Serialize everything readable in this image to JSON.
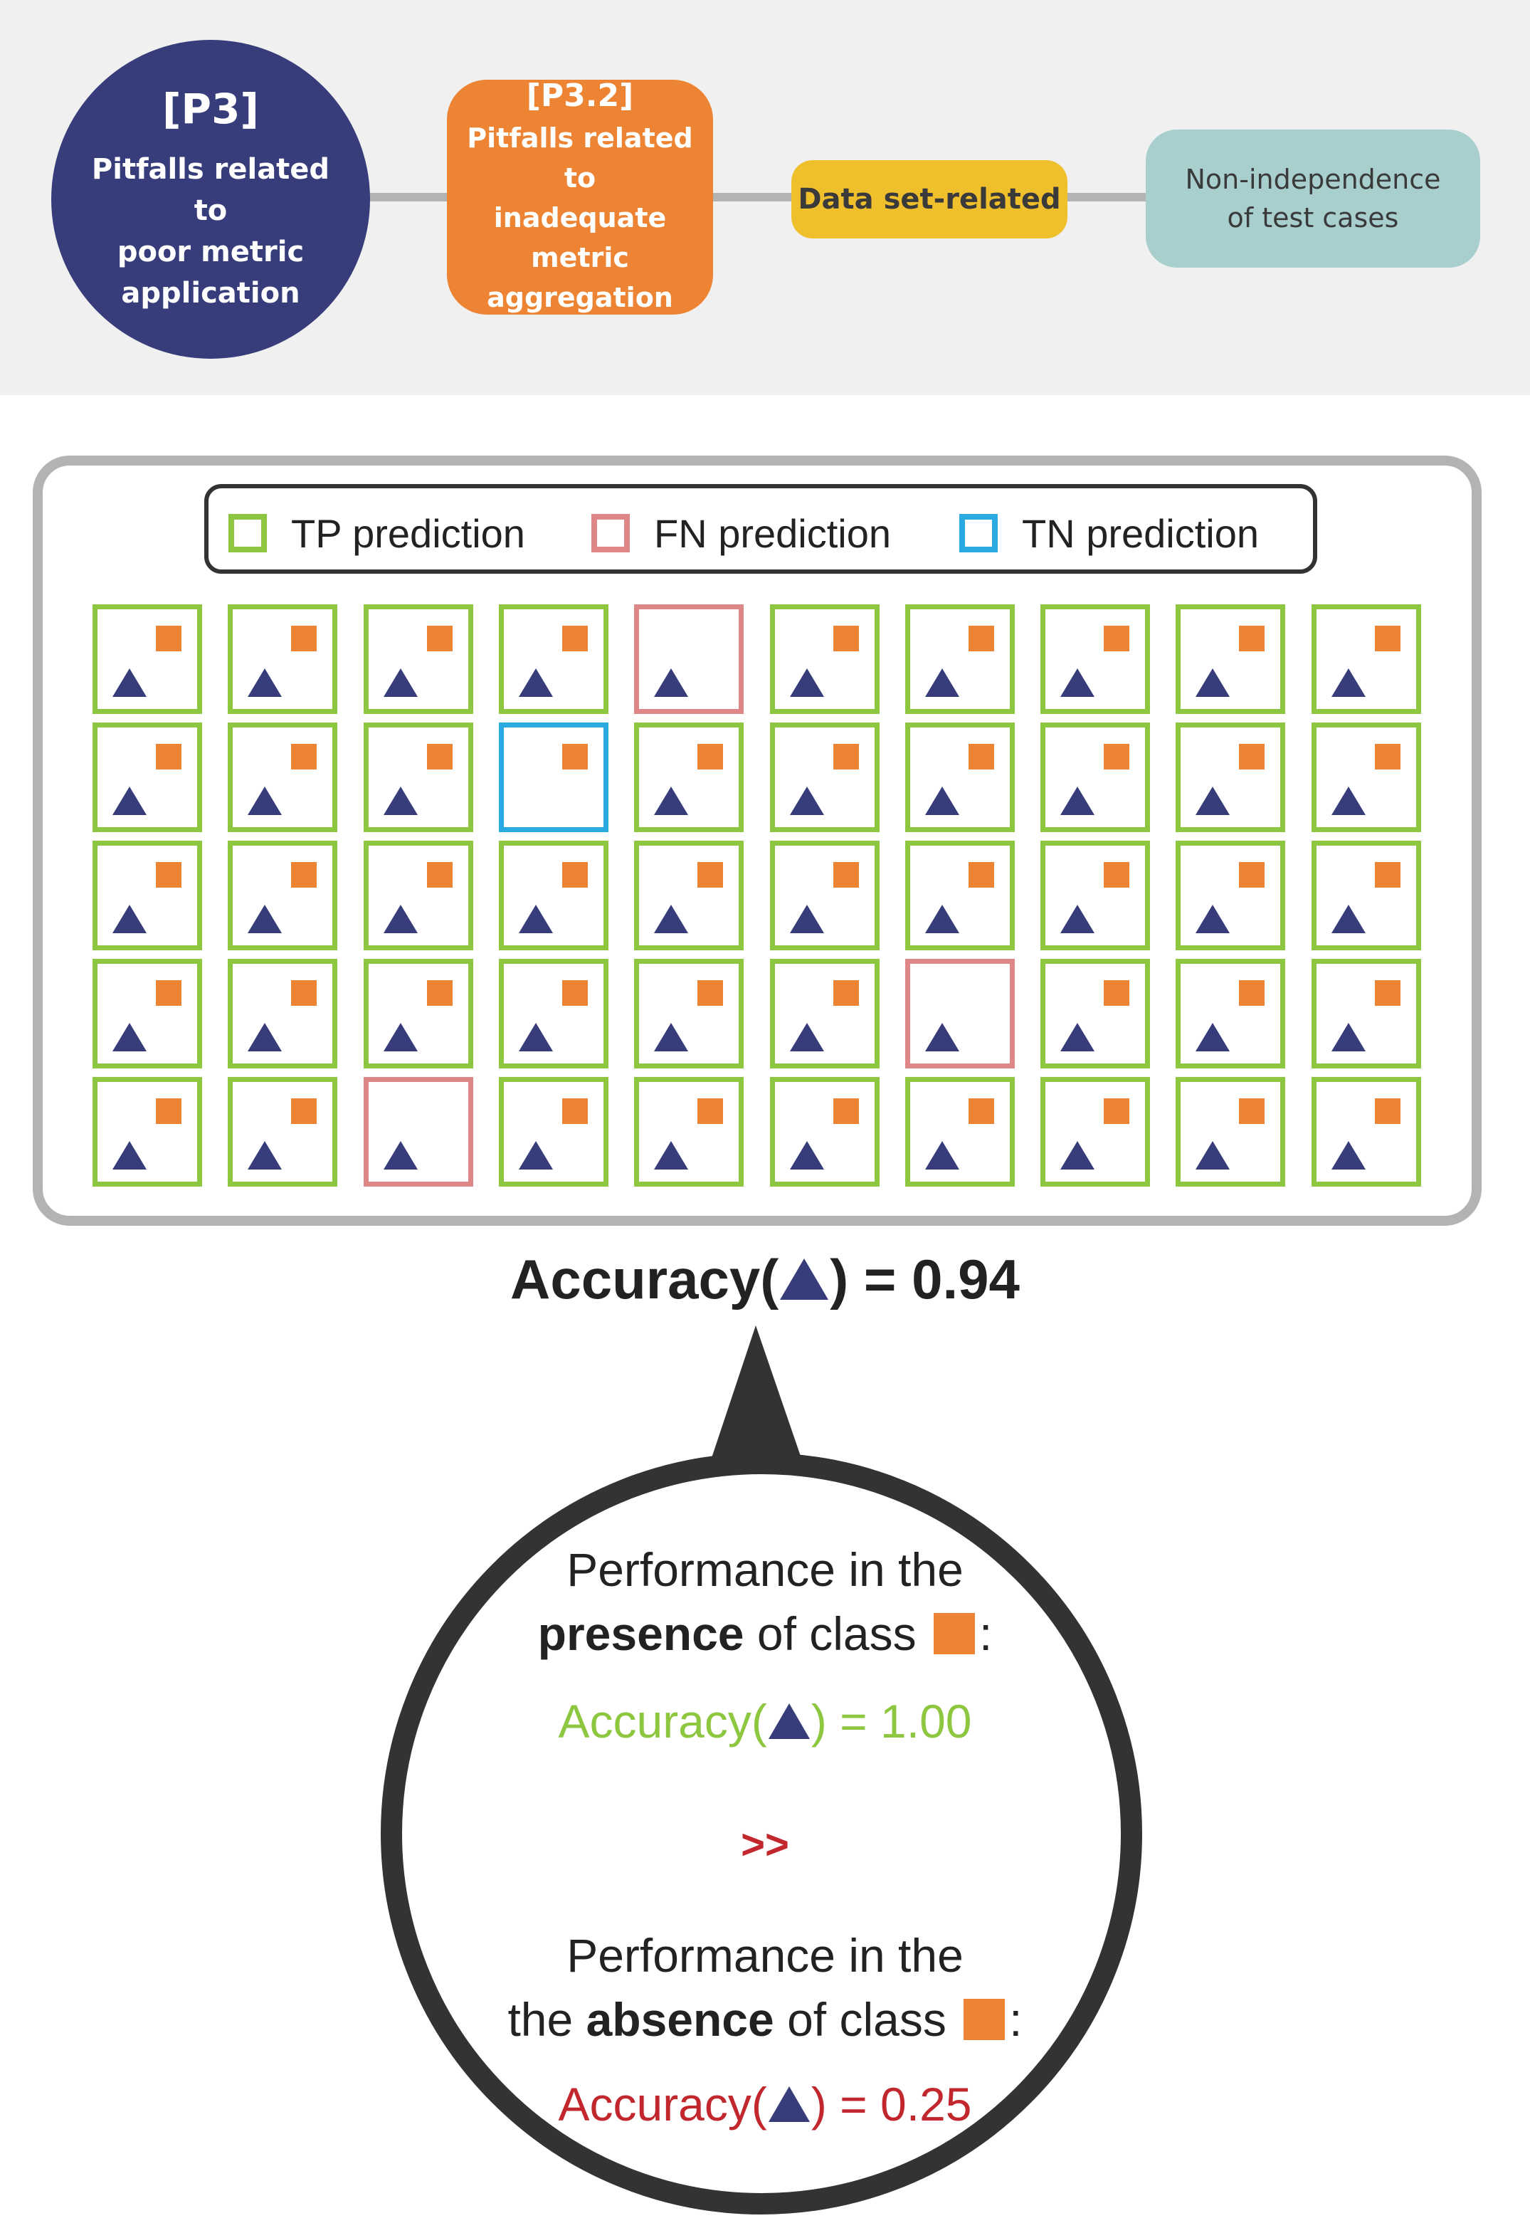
{
  "header": {
    "p3": {
      "code": "[P3]",
      "lines": [
        "Pitfalls related to",
        "poor metric",
        "application"
      ]
    },
    "p32": {
      "code": "[P3.2]",
      "lines": [
        "Pitfalls related to",
        "inadequate",
        "metric",
        "aggregation"
      ]
    },
    "dataset": {
      "label": "Data set-related"
    },
    "nonindep": {
      "lines": [
        "Non-independence",
        "of test cases"
      ]
    }
  },
  "legend": {
    "tp": {
      "label": "TP prediction",
      "color": "#8dc63f"
    },
    "fn": {
      "label": "FN prediction",
      "color": "#de8688"
    },
    "tn": {
      "label": "TN prediction",
      "color": "#29aae1"
    }
  },
  "grid": {
    "rows": [
      [
        "TP",
        "TP",
        "TP",
        "TP",
        "FN",
        "TP",
        "TP",
        "TP",
        "TP",
        "TP"
      ],
      [
        "TP",
        "TP",
        "TP",
        "TN",
        "TP",
        "TP",
        "TP",
        "TP",
        "TP",
        "TP"
      ],
      [
        "TP",
        "TP",
        "TP",
        "TP",
        "TP",
        "TP",
        "TP",
        "TP",
        "TP",
        "TP"
      ],
      [
        "TP",
        "TP",
        "TP",
        "TP",
        "TP",
        "TP",
        "FN",
        "TP",
        "TP",
        "TP"
      ],
      [
        "TP",
        "TP",
        "FN",
        "TP",
        "TP",
        "TP",
        "TP",
        "TP",
        "TP",
        "TP"
      ]
    ],
    "icons": {
      "square": "orange-square-icon",
      "triangle": "navy-triangle-icon"
    },
    "colors": {
      "square": "#ed8433",
      "triangle": "#363d7a"
    }
  },
  "overall": {
    "prefix": "Accuracy(",
    "suffix": ") = 0.94"
  },
  "bubble": {
    "presence": {
      "line1": "Performance in the",
      "bold": "presence",
      "rest": " of class",
      "colon": ":"
    },
    "presence_acc": {
      "prefix": "Accuracy(",
      "suffix": ") = 1.00",
      "color": "#8dc63f"
    },
    "comparison": ">>",
    "absence": {
      "line1": "Performance in the",
      "pre": "the ",
      "bold": "absence",
      "rest": " of class",
      "colon": ":"
    },
    "absence_acc": {
      "prefix": "Accuracy(",
      "suffix": ") = 0.25",
      "color": "#c1272d"
    }
  }
}
